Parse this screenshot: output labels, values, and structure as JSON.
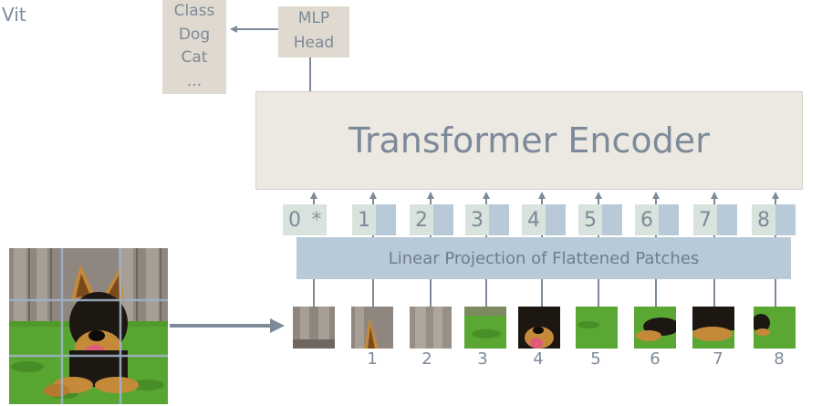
{
  "title": "Vit",
  "class_box": {
    "lines": [
      "Class",
      "Dog",
      "Cat",
      "..."
    ]
  },
  "mlp_head": {
    "lines": [
      "MLP",
      "Head"
    ]
  },
  "encoder": {
    "label": "Transformer Encoder"
  },
  "projection": {
    "label": "Linear Projection of Flattened Patches"
  },
  "tokens": [
    {
      "num": "0",
      "emb": "*"
    },
    {
      "num": "1",
      "emb": ""
    },
    {
      "num": "2",
      "emb": ""
    },
    {
      "num": "3",
      "emb": ""
    },
    {
      "num": "4",
      "emb": ""
    },
    {
      "num": "5",
      "emb": ""
    },
    {
      "num": "6",
      "emb": ""
    },
    {
      "num": "7",
      "emb": ""
    },
    {
      "num": "8",
      "emb": ""
    }
  ],
  "patches": [
    "1",
    "2",
    "3",
    "4",
    "5",
    "6",
    "7",
    "8"
  ],
  "colors": {
    "text": "#7d8a99",
    "box_tan": "#e0d9cf",
    "encoder_bg": "#ece8e2",
    "projection_bg": "#b8cad7",
    "token_num_bg": "#d9e3dd",
    "arrow": "#7d8a99"
  }
}
